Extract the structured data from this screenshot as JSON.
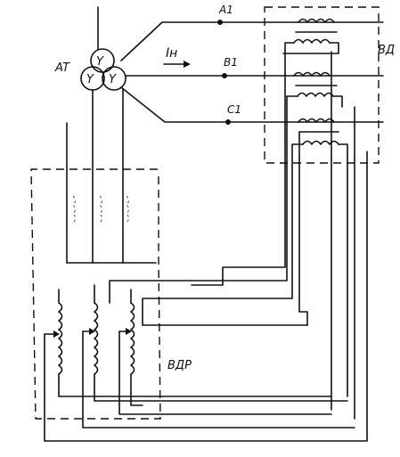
{
  "labels": {
    "autotransformer": "AT",
    "phase_a": "A1",
    "phase_b": "B1",
    "phase_c": "C1",
    "current": "Iн",
    "booster": "ВД",
    "regulator": "ВДР",
    "winding_y_top": "Y",
    "winding_y_left": "Y",
    "winding_y_right": "Y"
  },
  "colors": {
    "ink": "#111111",
    "paper": "#ffffff"
  }
}
